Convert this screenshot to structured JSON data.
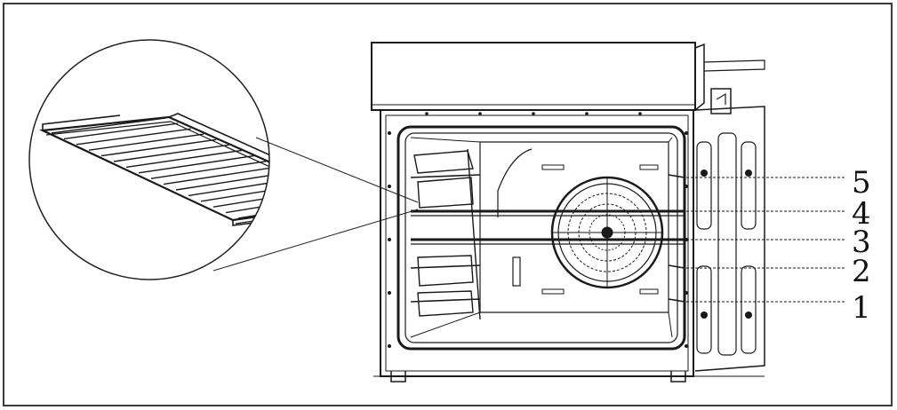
{
  "diagram": {
    "shelf_positions": [
      {
        "label": "5"
      },
      {
        "label": "4"
      },
      {
        "label": "3"
      },
      {
        "label": "2"
      },
      {
        "label": "1"
      }
    ],
    "icons": {
      "rack": "wire-rack-icon",
      "oven": "oven-cavity-icon",
      "fan": "convection-fan-icon"
    },
    "colors": {
      "line": "#1a1a1a",
      "border": "#3a3a3a",
      "background": "#ffffff"
    }
  }
}
